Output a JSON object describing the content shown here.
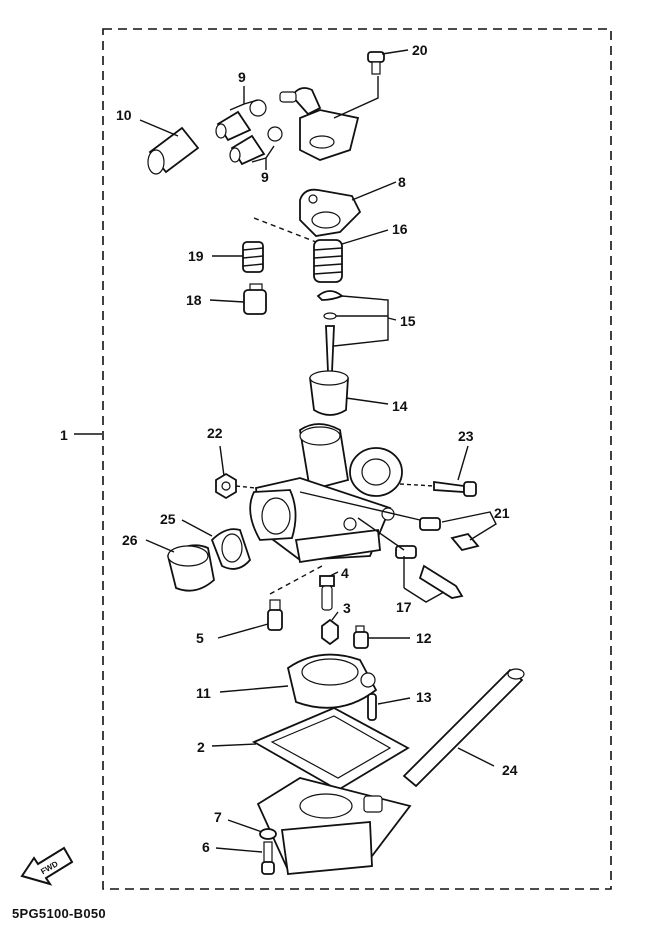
{
  "diagram": {
    "part_numbers": [
      "1",
      "2",
      "3",
      "4",
      "5",
      "6",
      "7",
      "8",
      "9",
      "9",
      "10",
      "11",
      "12",
      "13",
      "14",
      "15",
      "16",
      "17",
      "18",
      "19",
      "20",
      "21",
      "22",
      "23",
      "24",
      "25",
      "26"
    ],
    "find_label": "FWD",
    "drawing_code": "5PG5100-B050"
  },
  "icons": {
    "direction_arrow": "find-arrow-icon"
  }
}
